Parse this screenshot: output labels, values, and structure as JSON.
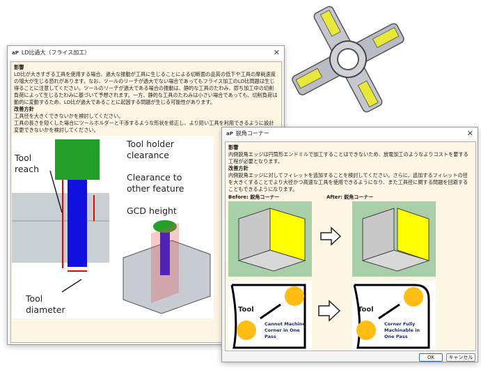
{
  "part_image": {
    "icon": "mechanical-part-illustration"
  },
  "window1": {
    "title": "LD比過大（フライス加工）",
    "logo": "aP",
    "impact_heading": "影響",
    "impact_text": "LD比が大きすぎる工具を使用する場合、過大な振動が工具に生じることによる切断面の品質の低下や工具の摩耗速度の増大が生じる恐れがあります。なお、ツールのリーチが過大でない場合であってもフライス加工のLD比問題は生じ得ることに注意してください。ツールのリーチが過大である場合の振動は、静的な工具のたわみ、即ち加工中の切削負荷によって生じるたわみに基づいて予想されます。一方、静的な工具のたわみは小さい場合であっても、切削負荷は動的に変動するため、LD比が過大であることに起因する問題が生じる可能性があります。",
    "fix_heading": "改善方針",
    "fix_lines": [
      "工具径を大きくできないかを検討してください。",
      "工具の長さを短くした場合にツールホルダーと干渉するような形状を修正し、より短い工具を利用できるように設計変更できないかを検討してください。"
    ],
    "diagram_labels": {
      "tool_reach": "Tool reach",
      "holder_clearance": "Tool holder clearance",
      "clearance_other": "Clearance to other feature",
      "gcd_height": "GCD height",
      "tool_diameter": "Tool diameter"
    }
  },
  "window2": {
    "title": "鋭角コーナー",
    "logo": "aP",
    "impact_heading": "影響",
    "impact_text": "内側鋭角エッジは円筒形エンドミルで加工することはできないため、放電加工のようなよりコストを要する工程が必要となります。",
    "fix_heading": "改善方針",
    "fix_text": "内側鋭角エッジに対してフィレットを追加することを検討してください。さらに、追加するフィレットの径を大きくすることでより大径かつ高速な工具を使用できるようになり、また工具径に関する問題を回避することもできるようになります。",
    "before_label": "Before: 鋭角コーナー",
    "after_label": "After: 鋭角コーナー",
    "tool_label_1": "Tool",
    "tool_label_2": "Tool",
    "before_caption": "Cannot Machine Corner in One Pass",
    "after_caption": "Corner Fully Machinable in One Pass",
    "ok": "OK",
    "cancel": "キャンセル"
  }
}
